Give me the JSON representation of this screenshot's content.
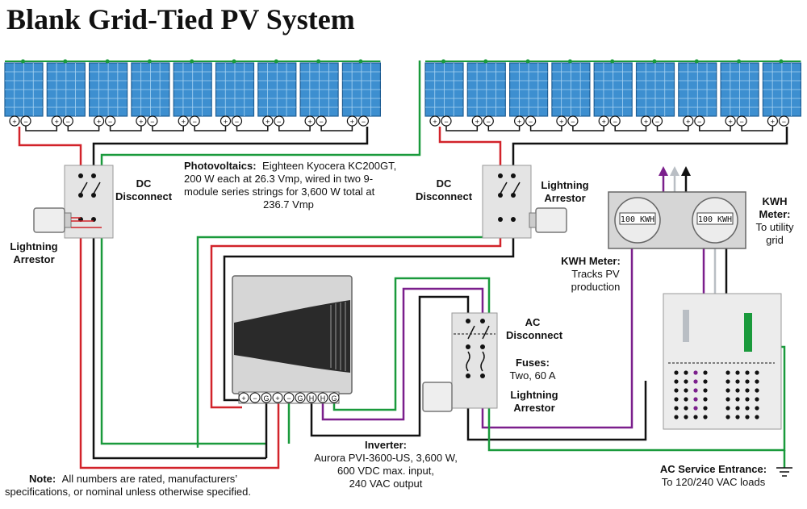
{
  "title": "Blank Grid-Tied PV System",
  "photovoltaics": {
    "label": "Photovoltaics:",
    "lines": [
      "Eighteen Kyocera KC200GT,",
      "200 W each at 26.3 Vmp, wired in two 9-",
      "module series strings for 3,600 W total at",
      "236.7 Vmp"
    ]
  },
  "dc_disconnect_left": [
    "DC",
    "Disconnect"
  ],
  "dc_disconnect_right": [
    "DC",
    "Disconnect"
  ],
  "lightning_arrestor_left": [
    "Lightning",
    "Arrestor"
  ],
  "lightning_arrestor_right": [
    "Lightning",
    "Arrestor"
  ],
  "lightning_arrestor_ac": [
    "Lightning",
    "Arrestor"
  ],
  "kwh_meter_top": {
    "label": "KWH",
    "label2": "Meter:",
    "desc": [
      "To utility",
      "grid"
    ]
  },
  "kwh_meter_side": {
    "label": "KWH Meter:",
    "desc": [
      "Tracks PV",
      "production"
    ]
  },
  "meter_displays": [
    "100 KWH",
    "100 KWH"
  ],
  "ac_disconnect": [
    "AC",
    "Disconnect"
  ],
  "fuses": {
    "label": "Fuses:",
    "desc": "Two, 60 A"
  },
  "inverter": {
    "label": "Inverter:",
    "lines": [
      "Aurora PVI-3600-US, 3,600 W,",
      "600 VDC max. input,",
      "240 VAC output"
    ]
  },
  "inverter_terminals": [
    "+",
    "−",
    "G",
    "+",
    "−",
    "G",
    "H",
    "H",
    "G"
  ],
  "terminal_signs": [
    "+",
    "−"
  ],
  "ac_service": {
    "label": "AC Service Entrance:",
    "desc": "To 120/240 VAC loads"
  },
  "note": {
    "label": "Note:",
    "line1": "All numbers are rated, manufacturers’",
    "line2": "specifications, or nominal unless otherwise specified."
  },
  "colors": {
    "panel_blue": "#3d8fd0",
    "wire_red": "#d2232a",
    "wire_black": "#111111",
    "wire_green": "#1a9a3c",
    "wire_purple": "#7b1f8c",
    "wire_grey": "#b9bec4",
    "box_grey": "#e4e4e4"
  }
}
